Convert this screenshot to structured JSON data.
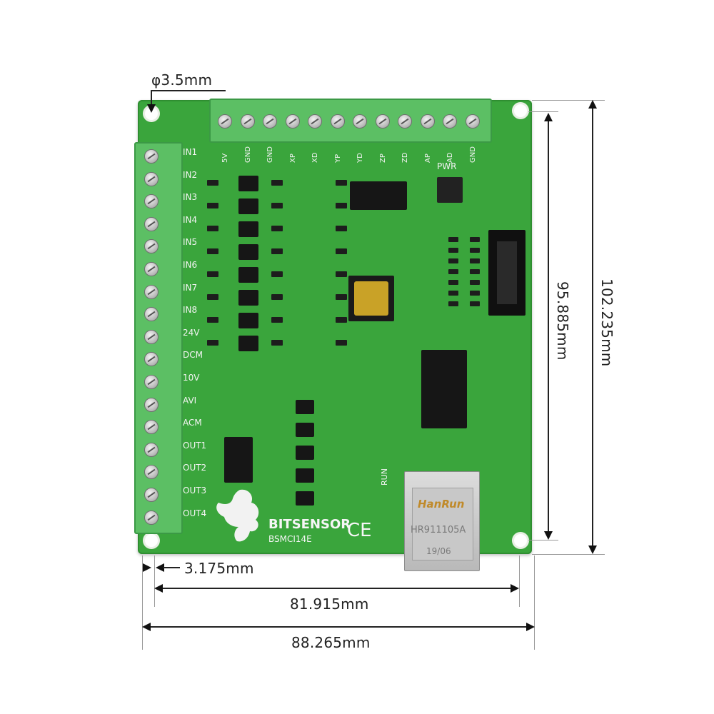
{
  "dimensions": {
    "hole_diameter": "φ3.5mm",
    "hole_offset": "3.175mm",
    "inner_width": "81.915mm",
    "outer_width": "88.265mm",
    "inner_height": "95.885mm",
    "outer_height": "102.235mm"
  },
  "board": {
    "brand": "BITSENSOR",
    "model": "BSMCI14E",
    "ce_mark": "CE",
    "pwr_label": "PWR",
    "run_label": "RUN"
  },
  "top_terminals": [
    "5V",
    "GND",
    "GND",
    "XP",
    "XD",
    "YP",
    "YD",
    "ZP",
    "ZD",
    "AP",
    "AD",
    "GND"
  ],
  "left_terminals": [
    "IN1",
    "IN2",
    "IN3",
    "IN4",
    "IN5",
    "IN6",
    "IN7",
    "IN8",
    "24V",
    "DCM",
    "10V",
    "AVI",
    "ACM",
    "OUT1",
    "OUT2",
    "OUT3",
    "OUT4"
  ],
  "ethernet": {
    "brand": "HanRun",
    "part": "HR911105A",
    "date": "19/06"
  }
}
